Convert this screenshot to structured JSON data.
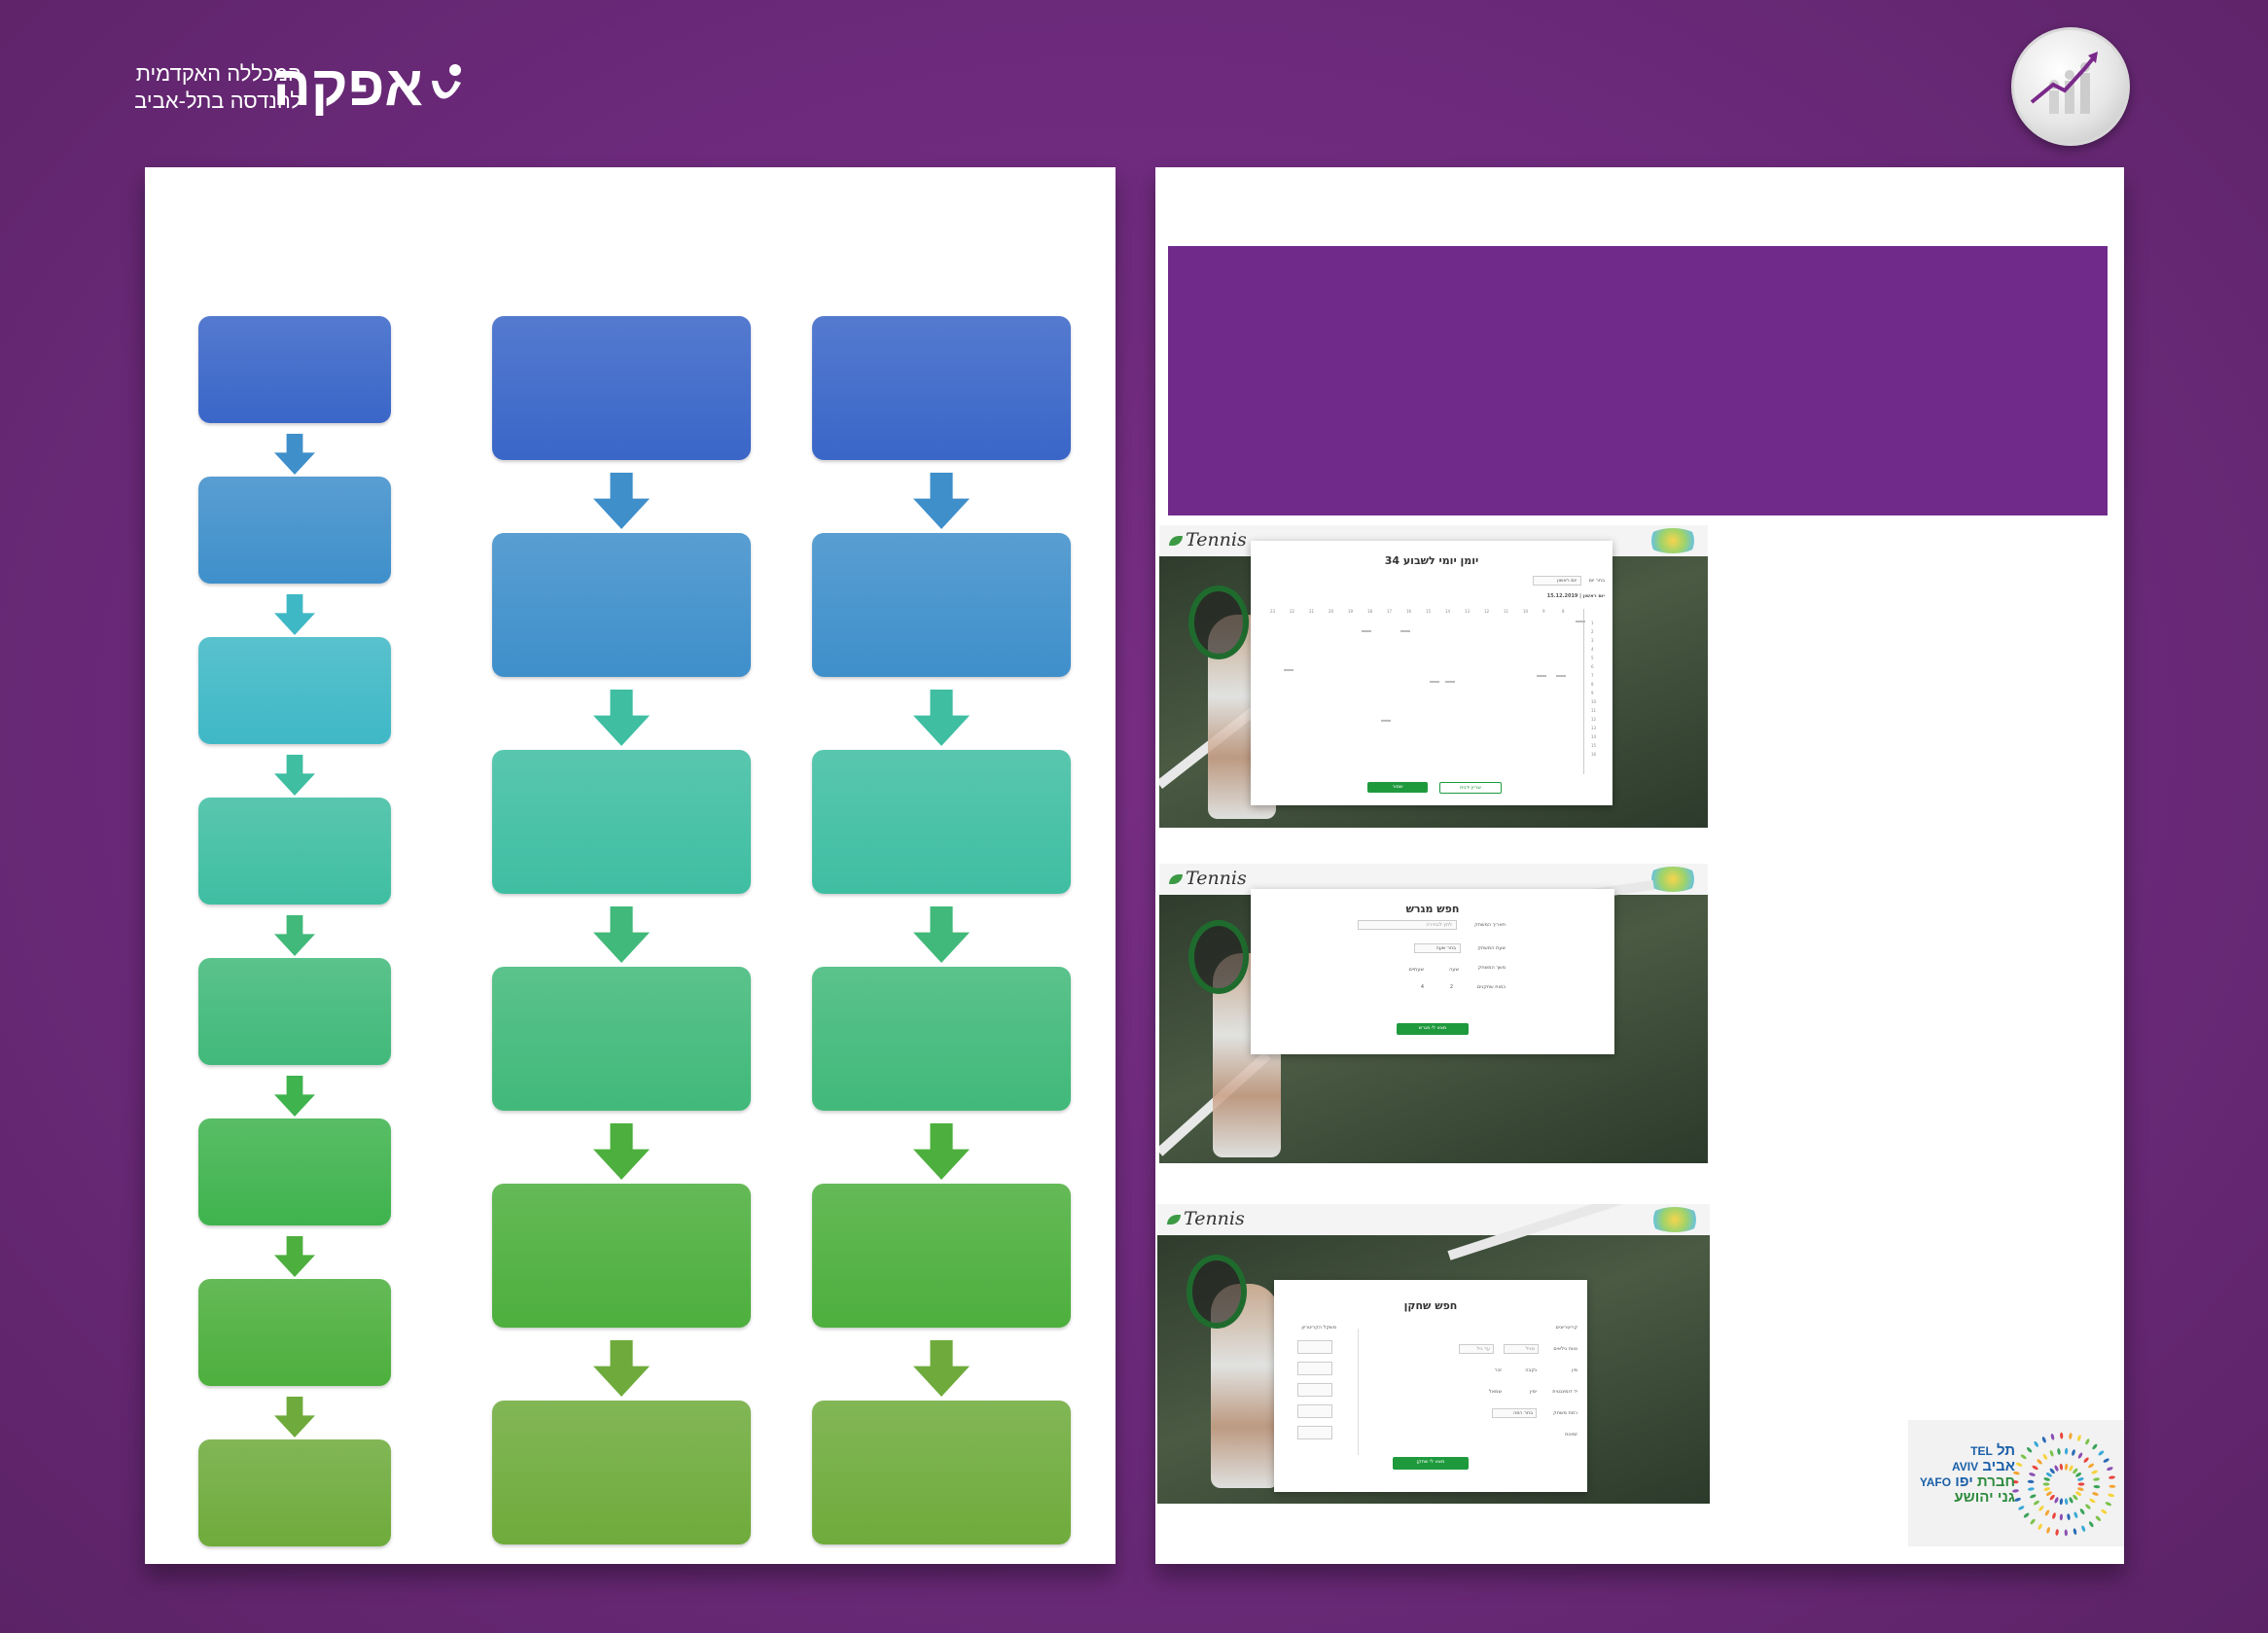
{
  "header": {
    "institution_line1": "המכללה האקדמית",
    "institution_line2": "להנדסה בתל-אביב",
    "institution_name": "אפקה",
    "logo_icon": "afeka-mark",
    "badge_icon": "growth-chart-icon"
  },
  "flowchart": {
    "colors": [
      "#3a66c8",
      "#3f8fcb",
      "#3fb8c6",
      "#3fbea2",
      "#41b97a",
      "#3fb34e",
      "#4daf3d",
      "#6fab3c"
    ],
    "columns": [
      {
        "boxes": 8
      },
      {
        "boxes": 6
      },
      {
        "boxes": 6
      }
    ]
  },
  "app": {
    "brand": "Tennis",
    "schedule": {
      "title": "יומן יומי לשבוע 34",
      "date_label": "יום ראשון | 15.12.2019",
      "select_label": "בחר יום",
      "select_value": "יום ראשון",
      "primary_button": "שמור",
      "secondary_button": "שריין ידנית"
    },
    "court_search": {
      "title": "חפש מגרש",
      "date_label": "תאריך המשחק",
      "date_placeholder": "לחץ לבחירה",
      "time_label": "שעת המשחק",
      "time_placeholder": "בחר שעה",
      "duration_label": "משך המשחק",
      "duration_value": "שעה",
      "duration_unit": "שעתיים",
      "players_label": "כמות שחקנים",
      "players_value_a": "2",
      "players_value_b": "4",
      "submit": "מצא לי מגרש"
    },
    "player_search": {
      "title": "חפש שחקן",
      "criteria_label": "קריטריונים",
      "weights_label": "משקל הקריטריון",
      "age_label": "טווח גילאים",
      "age_from": "מגיל",
      "age_to": "עד גיל",
      "gender_label": "מין",
      "gender_male": "זכר",
      "gender_female": "נקבה",
      "hand_label": "יד דומיננטית",
      "hand_right": "ימין",
      "hand_left": "שמאל",
      "level_label": "רמת משחק",
      "level_placeholder": "בחר רמה",
      "days_label": "זמינות",
      "submit": "מצא לי שחקן"
    }
  },
  "sponsor": {
    "line1": "תל",
    "line2": "אביב",
    "line3": "יפו",
    "en1": "TEL",
    "en2": "AVIV",
    "en3": "YAFO",
    "org1": "חברת",
    "org2": "גני יהושע"
  }
}
